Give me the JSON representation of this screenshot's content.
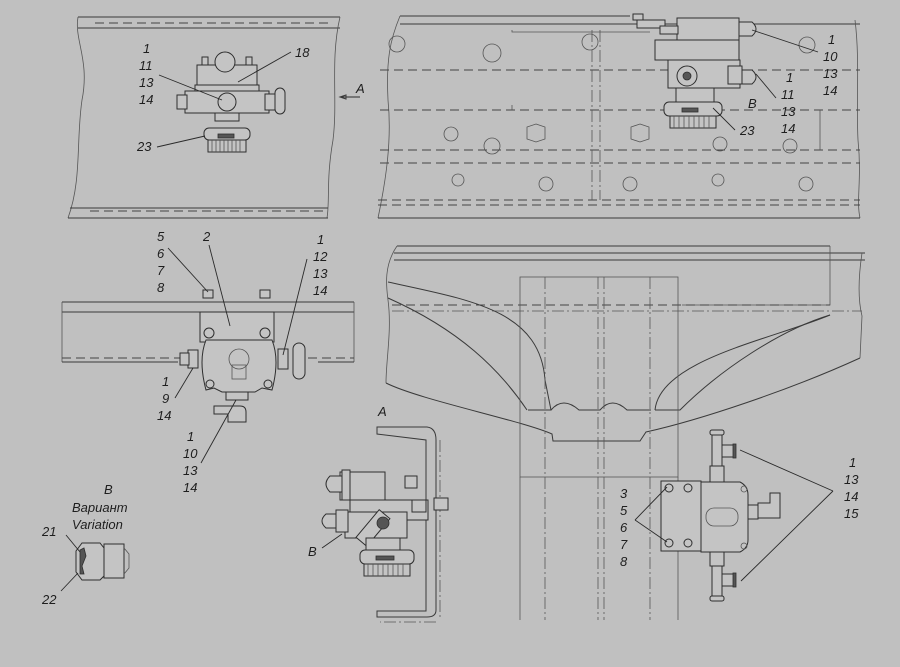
{
  "diagram": {
    "type": "technical assembly drawing",
    "views": {
      "top_left": {
        "callouts": [
          {
            "id": "c-tl-1",
            "lines": [
              "1",
              "11",
              "13",
              "14"
            ]
          },
          {
            "id": "c-tl-18",
            "lines": [
              "18"
            ]
          },
          {
            "id": "c-tl-23",
            "lines": [
              "23"
            ]
          }
        ],
        "view_arrow_label": "A"
      },
      "top_right": {
        "callouts": [
          {
            "id": "c-tr-a",
            "lines": [
              "1",
              "10",
              "13",
              "14"
            ]
          },
          {
            "id": "c-tr-b",
            "lines": [
              "1",
              "11",
              "13",
              "14"
            ]
          },
          {
            "id": "c-tr-23",
            "lines": [
              "23"
            ]
          }
        ],
        "detail_label": "B"
      },
      "middle_left": {
        "callouts": [
          {
            "id": "c-ml-5",
            "lines": [
              "5",
              "6",
              "7",
              "8"
            ]
          },
          {
            "id": "c-ml-2",
            "lines": [
              "2"
            ]
          },
          {
            "id": "c-ml-1a",
            "lines": [
              "1",
              "12",
              "13",
              "14"
            ]
          },
          {
            "id": "c-ml-1b",
            "lines": [
              "1",
              "9",
              "14"
            ]
          },
          {
            "id": "c-ml-1c",
            "lines": [
              "1",
              "10",
              "13",
              "14"
            ]
          }
        ]
      },
      "view_a": {
        "title": "A",
        "detail_label": "B"
      },
      "detail_b": {
        "title": "B",
        "subtitle_ru": "Вариант",
        "subtitle_en": "Variation",
        "callouts": [
          {
            "id": "c-b-21",
            "lines": [
              "21"
            ]
          },
          {
            "id": "c-b-22",
            "lines": [
              "22"
            ]
          }
        ]
      },
      "bottom_right": {
        "callouts": [
          {
            "id": "c-br-3",
            "lines": [
              "3",
              "5",
              "6",
              "7",
              "8"
            ]
          },
          {
            "id": "c-br-1",
            "lines": [
              "1",
              "13",
              "14",
              "15"
            ]
          }
        ]
      }
    }
  }
}
